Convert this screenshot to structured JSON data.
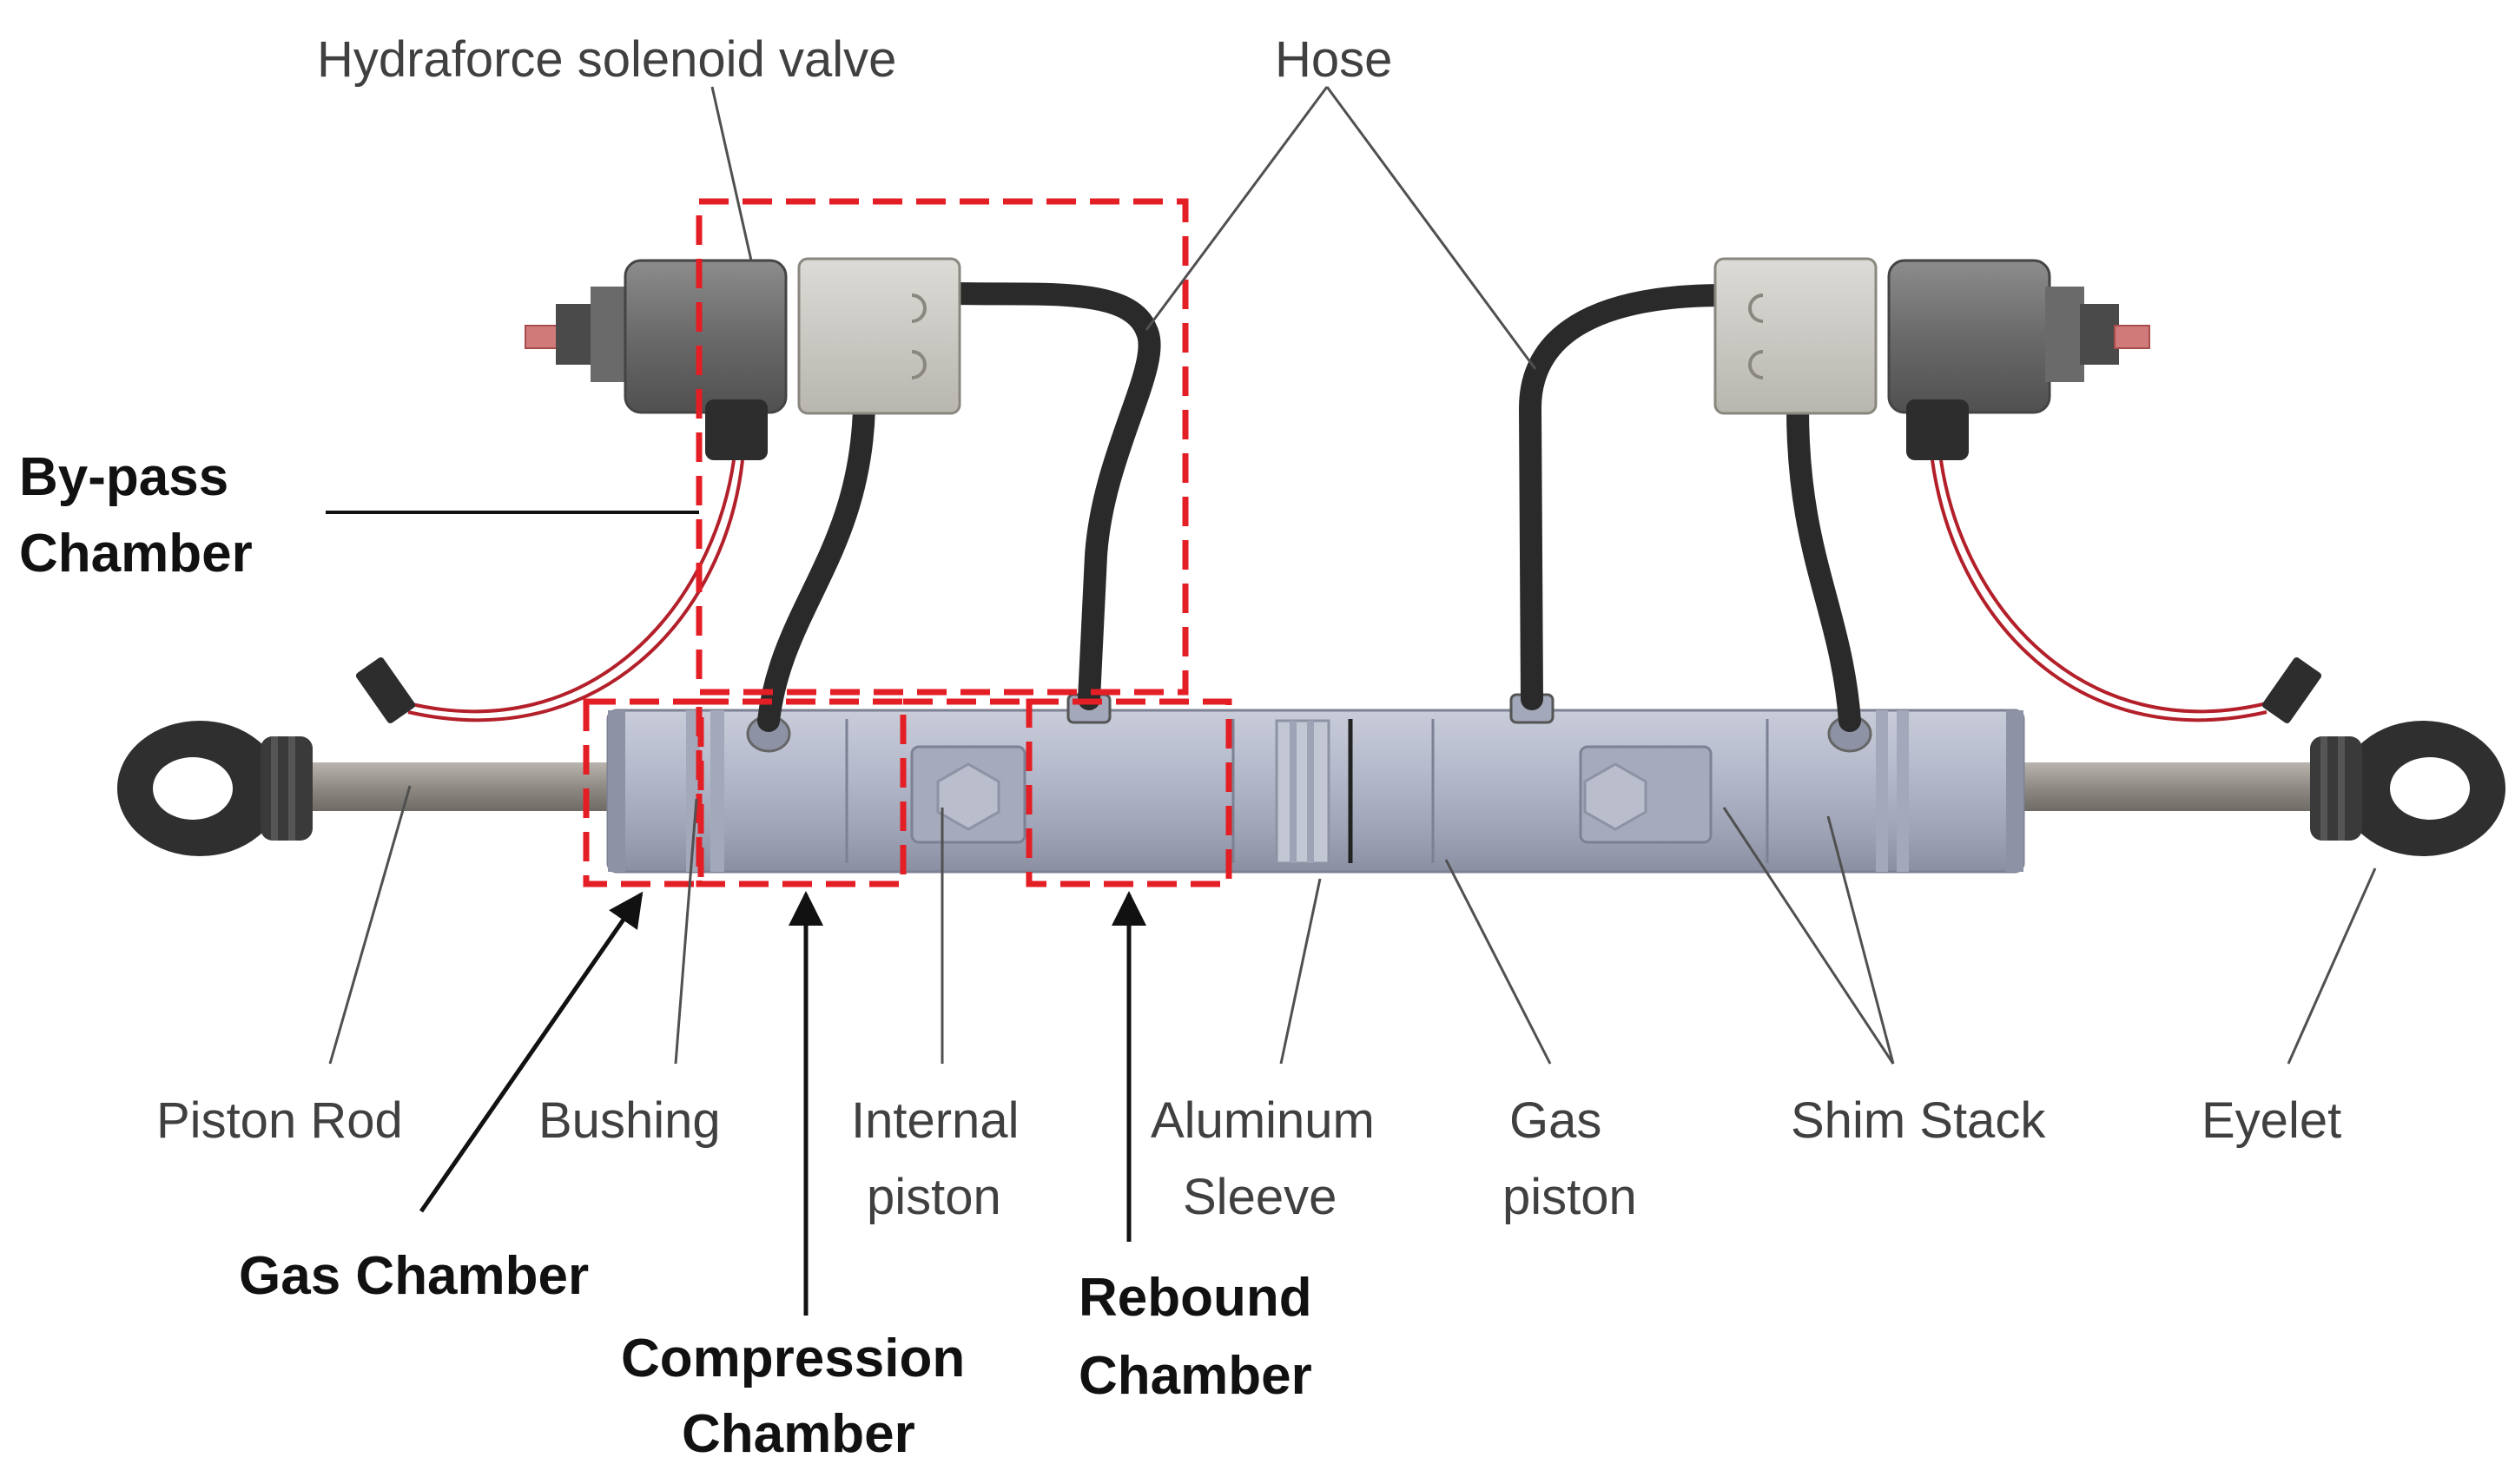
{
  "labels": {
    "solenoid_valve": "Hydraforce solenoid valve",
    "hose": "Hose",
    "bypass_line1": "By-pass",
    "bypass_line2": "Chamber",
    "piston_rod": "Piston Rod",
    "bushing": "Bushing",
    "internal_line1": "Internal",
    "internal_line2": "piston",
    "aluminum_line1": "Aluminum",
    "aluminum_line2": "Sleeve",
    "gas_piston_line1": "Gas",
    "gas_piston_line2": "piston",
    "shim_stack": "Shim Stack",
    "eyelet": "Eyelet",
    "gas_chamber": "Gas Chamber",
    "compression_line1": "Compression",
    "compression_line2": "Chamber",
    "rebound_line1": "Rebound",
    "rebound_line2": "Chamber"
  },
  "colors": {
    "highlight_box": "#e31e24",
    "cylinder": "#b3b8cb",
    "hose": "#2a2a2a",
    "valve_body": "#6e6e6e",
    "valve_block": "#cfcdc8",
    "wire": "#b3202a"
  }
}
